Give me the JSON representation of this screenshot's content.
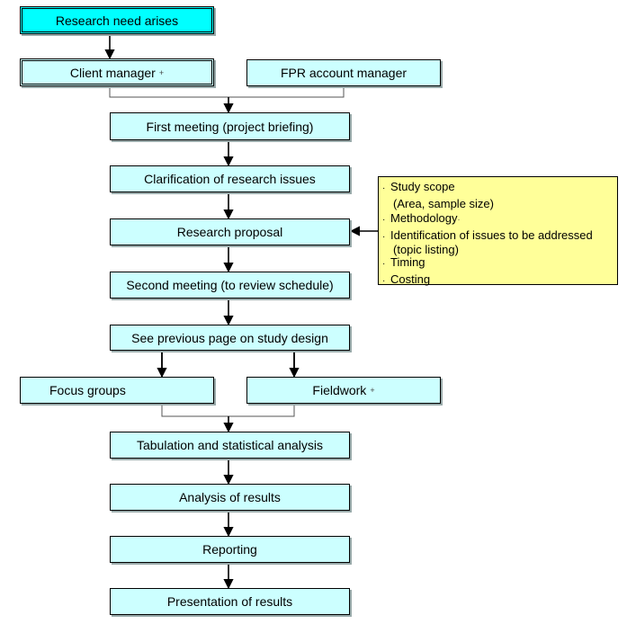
{
  "nodes": {
    "research_need": "Research need arises",
    "client_manager": "Client manager",
    "fpr_account_manager": "FPR account manager",
    "first_meeting": "First meeting (project briefing)",
    "clarification": "Clarification of research issues",
    "research_proposal": "Research proposal",
    "second_meeting": "Second meeting (to review schedule)",
    "see_previous": "See previous page on study design",
    "focus_groups": "Focus groups",
    "fieldwork": "Fieldwork",
    "tabulation": "Tabulation and statistical analysis",
    "analysis": "Analysis of results",
    "reporting": "Reporting",
    "presentation": "Presentation of results"
  },
  "note": {
    "study_scope": "Study scope",
    "study_scope_detail": "(Area, sample size)",
    "methodology": "Methodology",
    "identification": "Identification of issues to be addressed",
    "identification_detail": "(topic listing)",
    "timing": "Timing",
    "costing": "Costing"
  },
  "bullet_char": "·",
  "colors": {
    "start_fill": "#00ffff",
    "box_fill": "#ccffff",
    "note_fill": "#ffff99"
  }
}
